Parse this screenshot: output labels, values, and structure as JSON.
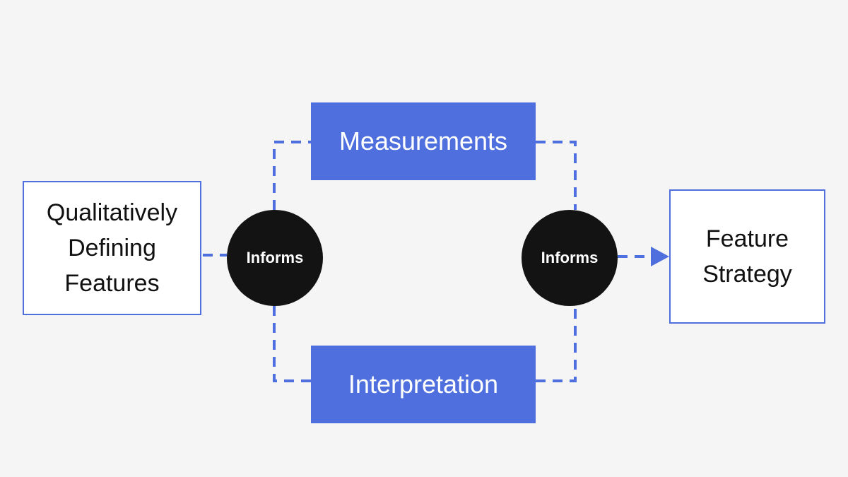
{
  "diagram": {
    "accent_color": "#4f6fde",
    "node_dark_color": "#131313",
    "nodes": {
      "qualitative": "Qualitatively\nDefining\nFeatures",
      "measurements": "Measurements",
      "interpretation": "Interpretation",
      "informs_left": "Informs",
      "informs_right": "Informs",
      "strategy": "Feature\nStrategy"
    },
    "edges": [
      {
        "from": "qualitative",
        "to": "informs_left",
        "style": "dashed"
      },
      {
        "from": "informs_left",
        "to": "measurements",
        "style": "dashed"
      },
      {
        "from": "informs_left",
        "to": "interpretation",
        "style": "dashed"
      },
      {
        "from": "measurements",
        "to": "informs_right",
        "style": "dashed"
      },
      {
        "from": "interpretation",
        "to": "informs_right",
        "style": "dashed"
      },
      {
        "from": "informs_right",
        "to": "strategy",
        "style": "dashed-arrow"
      }
    ]
  }
}
